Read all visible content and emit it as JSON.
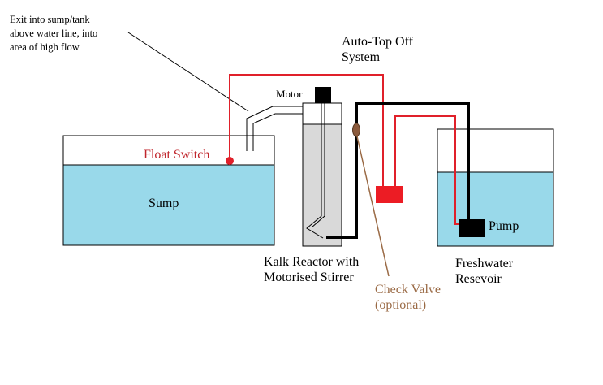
{
  "labels": {
    "exit_note": [
      "Exit into sump/tank",
      "above water line, into",
      "area of high flow"
    ],
    "auto_top_off": [
      "Auto-Top Off",
      "System"
    ],
    "motor": "Motor",
    "float_switch": "Float Switch",
    "sump": "Sump",
    "pump": "Pump",
    "kalk_reactor": [
      "Kalk Reactor with",
      "Motorised Stirrer"
    ],
    "freshwater": [
      "Freshwater",
      "Resevoir"
    ],
    "check_valve": [
      "Check Valve",
      "(optional)"
    ]
  },
  "colors": {
    "water": "#99d9ea",
    "wire": "#e0202a",
    "control_box": "#ec1c24",
    "reactor": "#d9d9d9",
    "pipe": "#000000",
    "check_valve": "#8b5a3c",
    "check_valve_text": "#9a6a45",
    "float_switch_text": "#c0262c"
  }
}
